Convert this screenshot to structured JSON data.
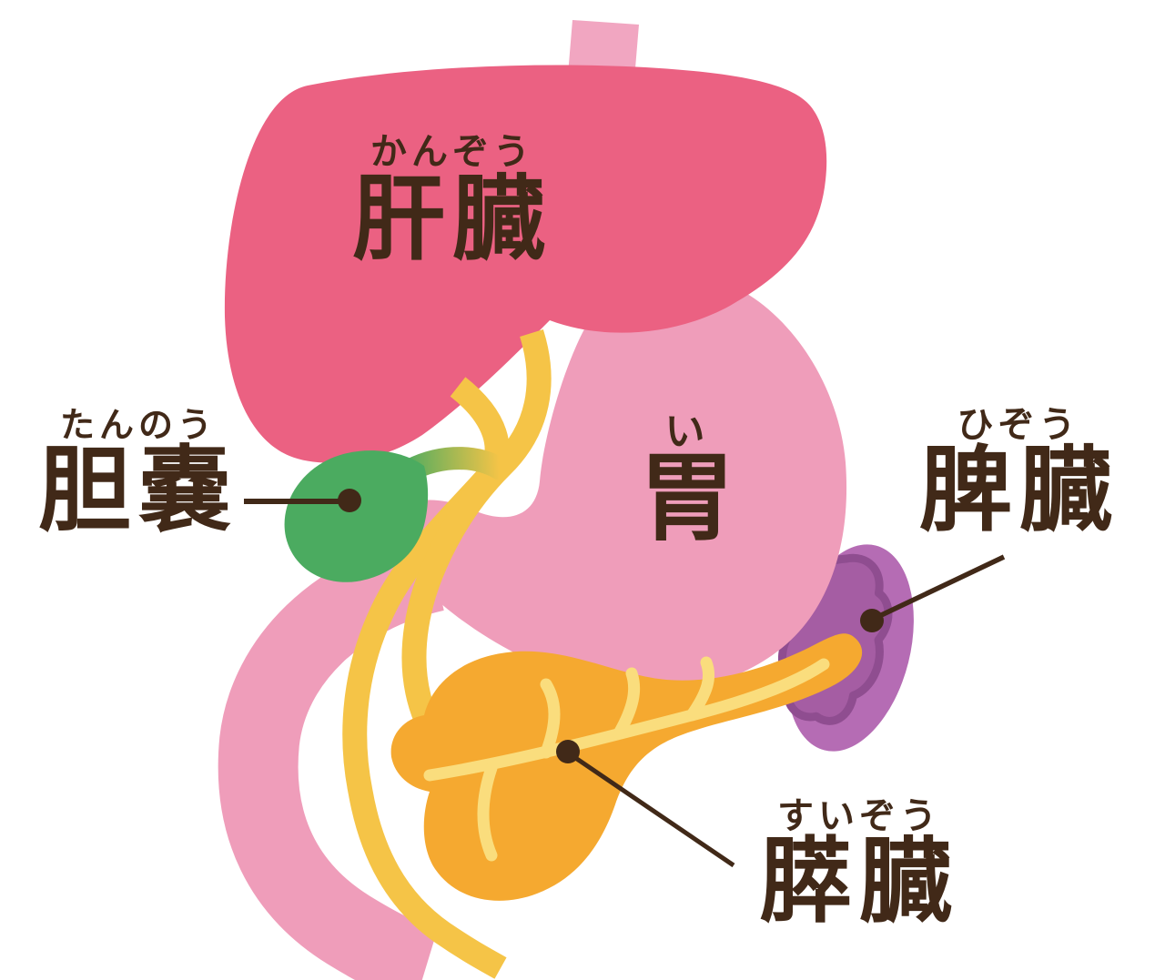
{
  "diagram_type": "digestive-organs-illustration",
  "organs": {
    "liver": {
      "furigana": "かんぞう",
      "name": "肝臓",
      "color": "#EB6182"
    },
    "gallbladder": {
      "furigana": "たんのう",
      "name": "胆嚢",
      "color": "#4BAB60"
    },
    "stomach": {
      "furigana": "い",
      "name": "胃",
      "color": "#EF9DBA"
    },
    "spleen": {
      "furigana": "ひぞう",
      "name": "脾臓",
      "color": "#B56CB4"
    },
    "pancreas": {
      "furigana": "すいぞう",
      "name": "膵臓",
      "color": "#F5A930"
    }
  },
  "colors": {
    "esophagus": "#F1A6C1",
    "duodenum": "#EF9DBA",
    "bile_duct": "#F5C447",
    "pancreas_vein": "#FADD7D",
    "spleen_inner": "#A55DA3",
    "spleen_ring": "#8F4D90",
    "annotation": "#412918",
    "background": "#FFFFFF"
  }
}
